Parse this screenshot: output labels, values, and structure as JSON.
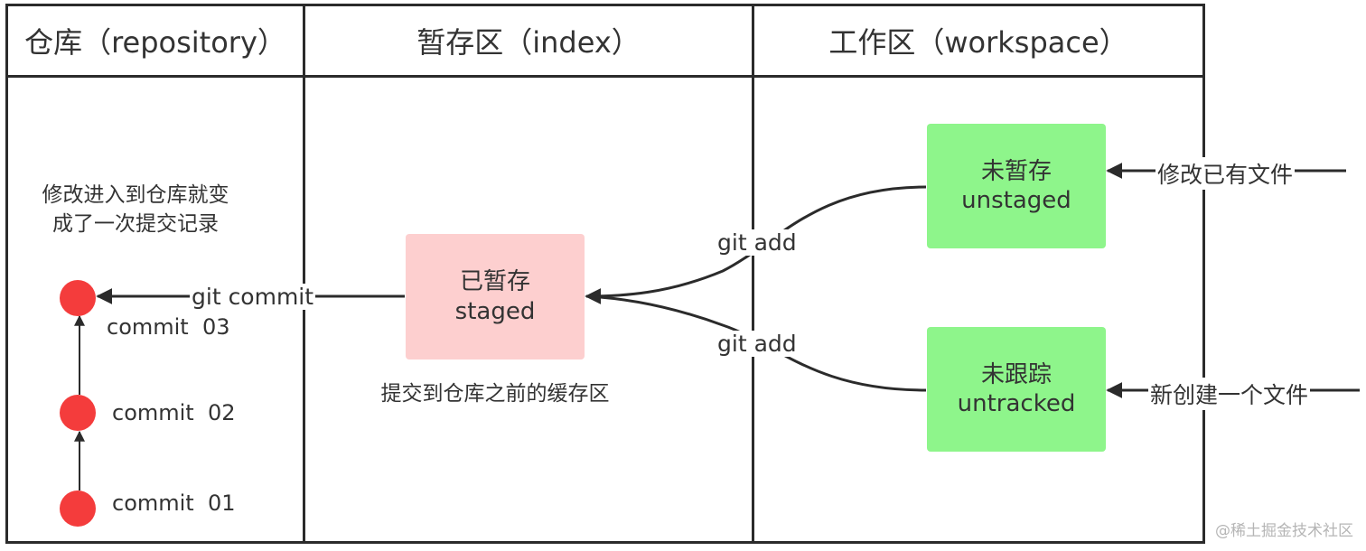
{
  "columns": {
    "repository": "仓库（repository）",
    "index": "暂存区（index）",
    "workspace": "工作区（workspace）"
  },
  "boxes": {
    "unstaged_line1": "未暂存",
    "unstaged_line2": "unstaged",
    "untracked_line1": "未跟踪",
    "untracked_line2": "untracked",
    "staged_line1": "已暂存",
    "staged_line2": "staged"
  },
  "edges": {
    "modify_existing": "修改已有文件",
    "new_file": "新创建一个文件",
    "git_add_top": "git add",
    "git_add_bottom": "git add",
    "git_commit": "git commit"
  },
  "notes": {
    "repo_line1": "修改进入到仓库就变",
    "repo_line2": "成了一次提交记录",
    "index_note": "提交到仓库之前的缓存区"
  },
  "commits": [
    "commit  03",
    "commit  02",
    "commit  01"
  ],
  "watermark": "@稀土掘金技术社区",
  "colors": {
    "workspace_box": "#8ef58b",
    "staged_box": "#fdcfcf",
    "commit_dot": "#f43c3c",
    "line": "#2b2b2b"
  }
}
